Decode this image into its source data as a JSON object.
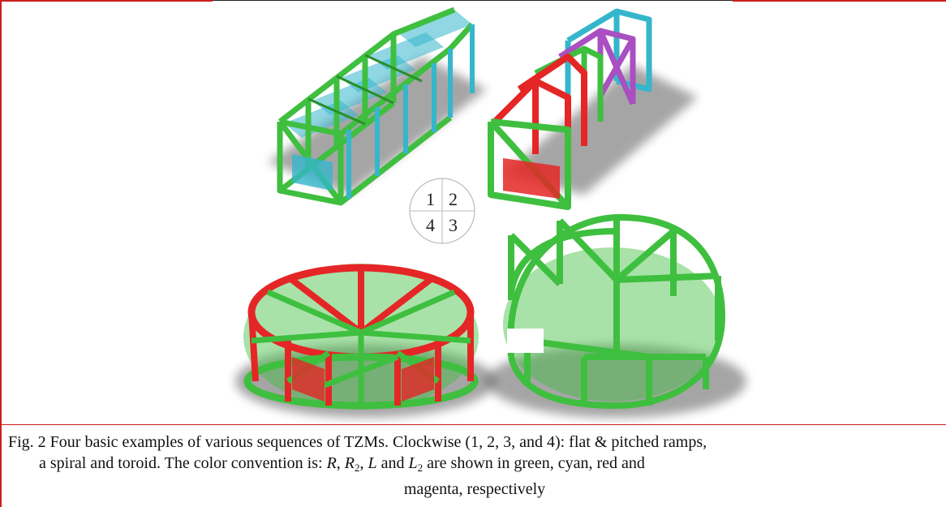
{
  "figure": {
    "quadrant_labels": [
      "1",
      "2",
      "4",
      "3"
    ],
    "colors": {
      "green": "#3fbf3f",
      "cyan": "#35b6cc",
      "red": "#e52626",
      "magenta": "#a94fc2",
      "frame": "#cc1f1f"
    }
  },
  "caption": {
    "line1": "Fig. 2 Four basic examples of various sequences of TZMs. Clockwise (1, 2, 3, and 4): flat & pitched ramps,",
    "line2_prefix": "a spiral and toroid. The color convention is: ",
    "R": "R",
    "R2_base": "R",
    "R2_sub": "2",
    "L": "L",
    "L2_base": "L",
    "L2_sub": "2",
    "line2_suffix": " are shown in green, cyan, red and",
    "line3": "magenta, respectively"
  }
}
